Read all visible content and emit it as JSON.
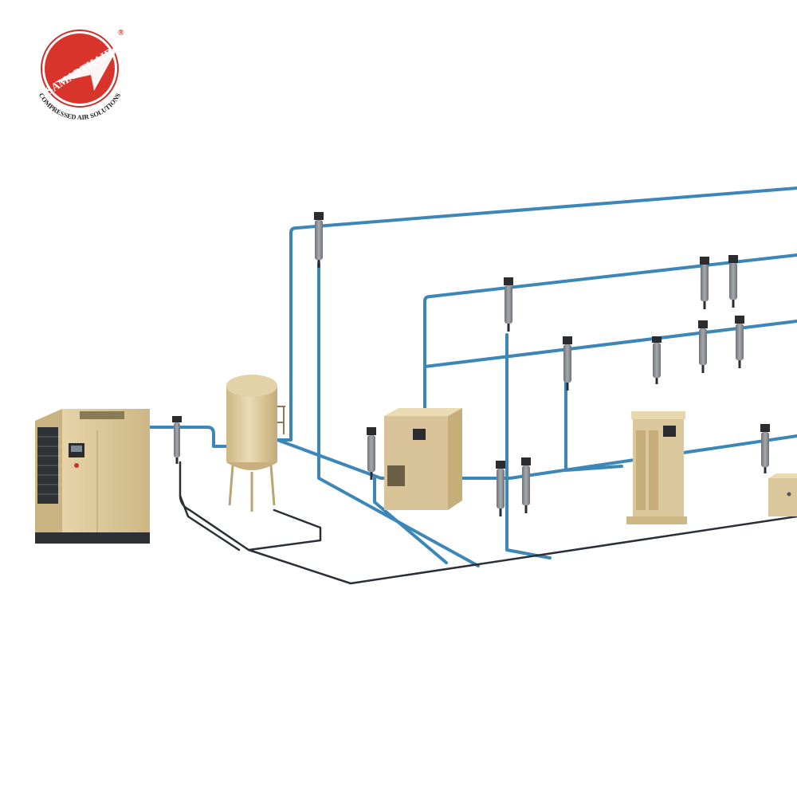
{
  "logo": {
    "brand": "SAMARTHAIR",
    "tagline": "COMPRESSED AIR SOLUTIONS",
    "registered_mark": "®"
  },
  "colors": {
    "brand_red": "#d9342b",
    "brand_ring": "#ffffff",
    "equipment_beige": "#dcc89a",
    "equipment_shadow": "#b9a574",
    "air_pipe_blue": "#3c86b8",
    "drain_line_dark": "#2b2f36",
    "filter_gray": "#8e9296",
    "filter_head_dark": "#2a2c30"
  },
  "components": [
    {
      "name": "air-compressor",
      "icon": "compressor-icon"
    },
    {
      "name": "inline-filter",
      "icon": "filter-icon"
    },
    {
      "name": "air-receiver-tank",
      "icon": "tank-icon"
    },
    {
      "name": "refrigerated-dryer",
      "icon": "dryer-icon"
    },
    {
      "name": "desiccant-dryer",
      "icon": "desiccant-dryer-icon"
    },
    {
      "name": "condensate-treatment-unit",
      "icon": "separator-icon"
    }
  ]
}
